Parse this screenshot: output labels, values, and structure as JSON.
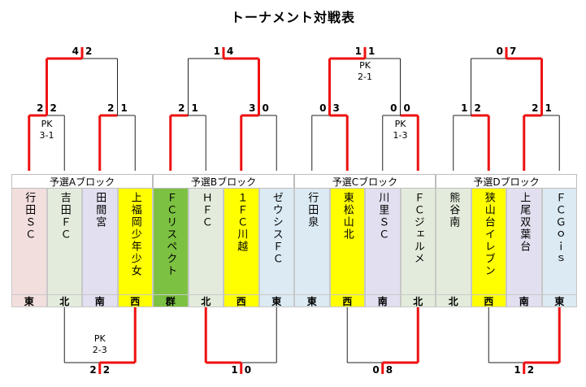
{
  "title": "トーナメント対戦表",
  "colors": {
    "winner_line": "#ee1111",
    "normal_line": "#222222"
  },
  "blocks": [
    {
      "header": "予選Aブロック",
      "teams": [
        {
          "name": "行田ＳＣ",
          "region": "東",
          "bg": "#f3dede"
        },
        {
          "name": "吉田ＦＣ",
          "region": "北",
          "bg": "#e3ecdc"
        },
        {
          "name": "田間宮",
          "region": "南",
          "bg": "#e2dff0"
        },
        {
          "name": "上福岡少年少女",
          "region": "西",
          "bg": "#ffff00"
        }
      ],
      "semi": [
        {
          "left": "2",
          "right": "2",
          "pk": [
            "PK",
            "3-1"
          ]
        },
        {
          "left": "2",
          "right": "1",
          "pk": null
        }
      ],
      "final": {
        "left": "4",
        "right": "2",
        "pk": null
      }
    },
    {
      "header": "予選Bブロック",
      "teams": [
        {
          "name": "ＦＣリスペクト",
          "region": "群",
          "bg": "#7cc142"
        },
        {
          "name": "ＨＦＣ",
          "region": "北",
          "bg": "#e3ecdc"
        },
        {
          "name": "１ＦＣ川越",
          "region": "西",
          "bg": "#ffff00"
        },
        {
          "name": "ゼウシスＦＣ",
          "region": "東",
          "bg": "#dbeaf3"
        }
      ],
      "semi": [
        {
          "left": "2",
          "right": "1",
          "pk": null
        },
        {
          "left": "3",
          "right": "0",
          "pk": null
        }
      ],
      "final": {
        "left": "1",
        "right": "4",
        "pk": null
      }
    },
    {
      "header": "予選Cブロック",
      "teams": [
        {
          "name": "行田泉",
          "region": "東",
          "bg": "#dbeaf3"
        },
        {
          "name": "東松山北",
          "region": "西",
          "bg": "#ffff00"
        },
        {
          "name": "川里ＳＣ",
          "region": "南",
          "bg": "#e2dff0"
        },
        {
          "name": "ＦＣジェルメ",
          "region": "北",
          "bg": "#e3ecdc"
        }
      ],
      "semi": [
        {
          "left": "0",
          "right": "3",
          "pk": null
        },
        {
          "left": "0",
          "right": "0",
          "pk": [
            "PK",
            "1-3"
          ]
        }
      ],
      "final": {
        "left": "1",
        "right": "1",
        "pk": [
          "PK",
          "2-1"
        ]
      }
    },
    {
      "header": "予選Dブロック",
      "teams": [
        {
          "name": "熊谷南",
          "region": "北",
          "bg": "#e3ecdc"
        },
        {
          "name": "狭山台イレブン",
          "region": "西",
          "bg": "#ffff00"
        },
        {
          "name": "上尾双葉台",
          "region": "南",
          "bg": "#e2dff0"
        },
        {
          "name": "ＦＣＧｏｉｓ",
          "region": "東",
          "bg": "#dbeaf3"
        }
      ],
      "semi": [
        {
          "left": "1",
          "right": "2",
          "pk": null
        },
        {
          "left": "2",
          "right": "1",
          "pk": null
        }
      ],
      "final": {
        "left": "0",
        "right": "7",
        "pk": null
      }
    }
  ],
  "bottom": [
    {
      "left": "2",
      "right": "2",
      "pk": [
        "PK",
        "2-3"
      ]
    },
    {
      "left": "1",
      "right": "0",
      "pk": null
    },
    {
      "left": "0",
      "right": "8",
      "pk": null
    },
    {
      "left": "1",
      "right": "2",
      "pk": null
    }
  ]
}
